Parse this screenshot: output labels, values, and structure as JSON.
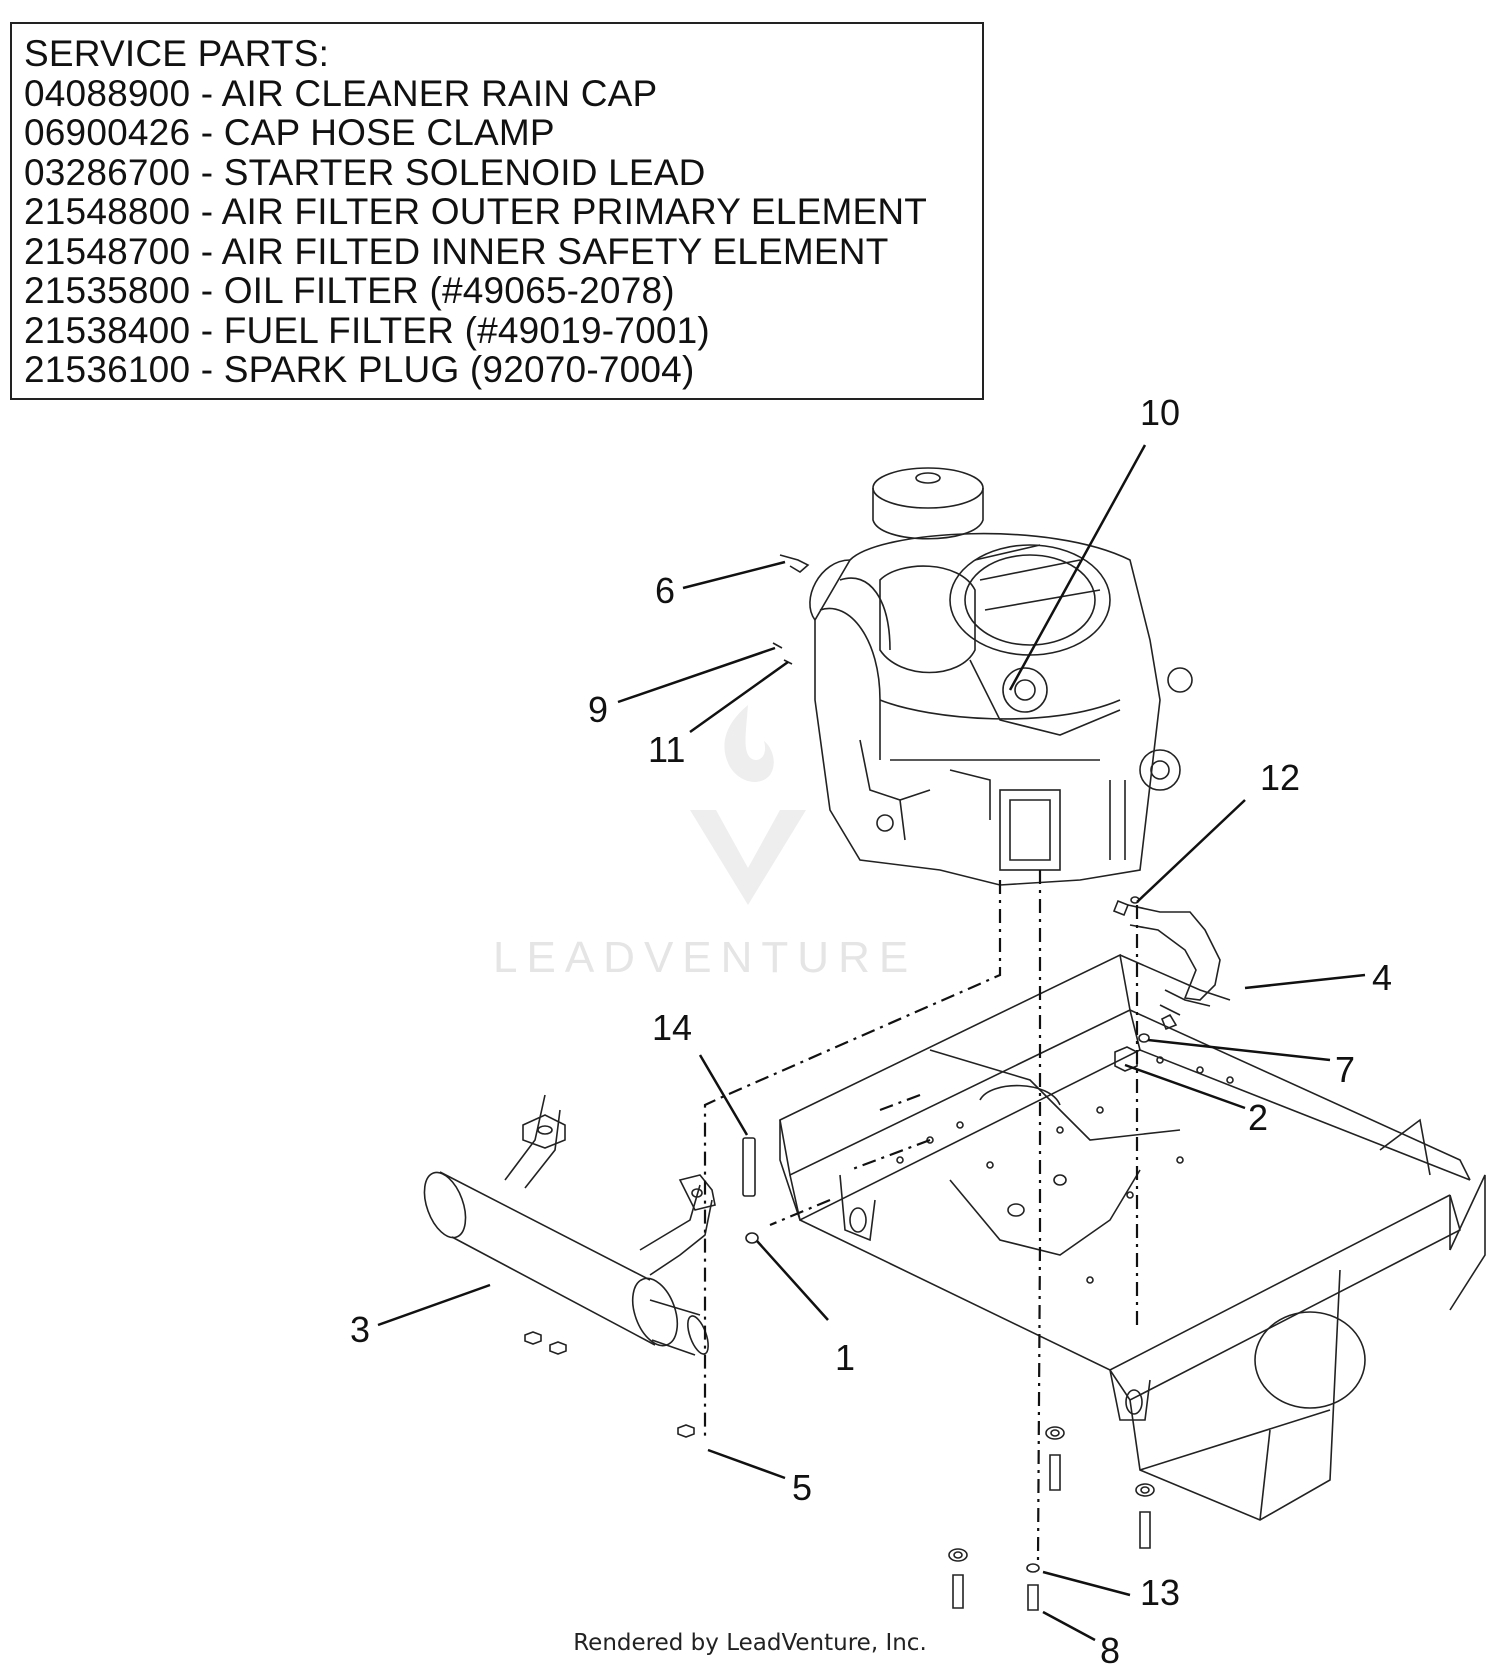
{
  "service_parts": {
    "heading": "SERVICE PARTS:",
    "items": [
      "04088900 - AIR CLEANER RAIN CAP",
      "06900426 - CAP HOSE CLAMP",
      "03286700 - STARTER SOLENOID LEAD",
      "21548800 - AIR FILTER OUTER PRIMARY ELEMENT",
      "21548700 - AIR FILTED INNER SAFETY ELEMENT",
      "21535800 - OIL FILTER (#49065-2078)",
      "21538400 - FUEL FILTER (#49019-7001)",
      "21536100 - SPARK PLUG (92070-7004)"
    ]
  },
  "callouts": {
    "c1": "1",
    "c2": "2",
    "c3": "3",
    "c4": "4",
    "c5": "5",
    "c6": "6",
    "c7": "7",
    "c8": "8",
    "c9": "9",
    "c10": "10",
    "c11": "11",
    "c12": "12",
    "c13": "13",
    "c14": "14"
  },
  "watermark": "LEADVENTURE",
  "footer": "Rendered by LeadVenture, Inc.",
  "colors": {
    "line": "#111111",
    "watermark": "#e5e5e5"
  }
}
